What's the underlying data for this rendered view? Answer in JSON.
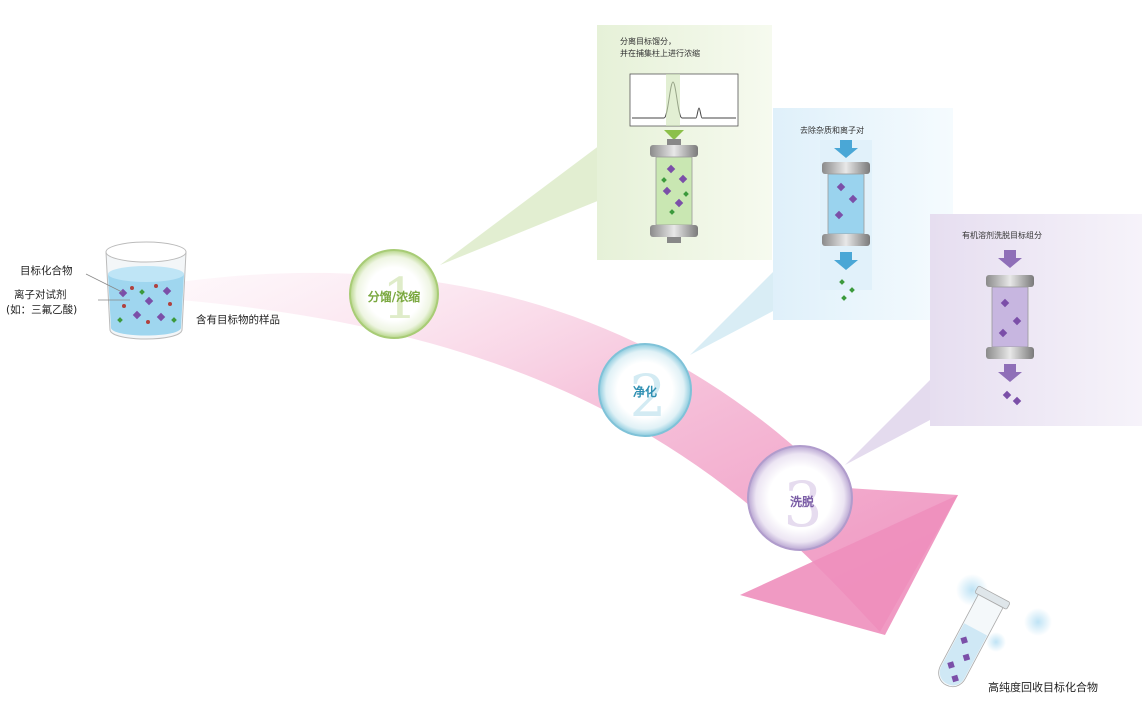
{
  "sample": {
    "target_label": "目标化合物",
    "ion_pair_label": "离子对试剂",
    "ion_pair_example": "(如：三氟乙酸)",
    "caption": "含有目标物的样品"
  },
  "steps": [
    {
      "number": "1",
      "label": "分馏/浓缩",
      "color": "#8cc04a"
    },
    {
      "number": "2",
      "label": "净化",
      "color": "#3aa7c9"
    },
    {
      "number": "3",
      "label": "洗脱",
      "color": "#8f6fb8"
    }
  ],
  "panels": {
    "separation": {
      "line1": "分离目标馏分，",
      "line2": "并在捕集柱上进行浓缩"
    },
    "purify": {
      "title": "去除杂质和离子对"
    },
    "elute": {
      "title": "有机溶剂洗脱目标组分"
    }
  },
  "result": {
    "caption": "高纯度回收目标化合物"
  },
  "colors": {
    "arrow": "#f2a9c8",
    "green_panel": "#eaf3de",
    "blue_panel": "#e4f3fb",
    "purple_panel": "#ece6f3",
    "dot_purple": "#7b4fa8",
    "dot_green": "#3c9a3c",
    "dot_red": "#b0413e"
  }
}
